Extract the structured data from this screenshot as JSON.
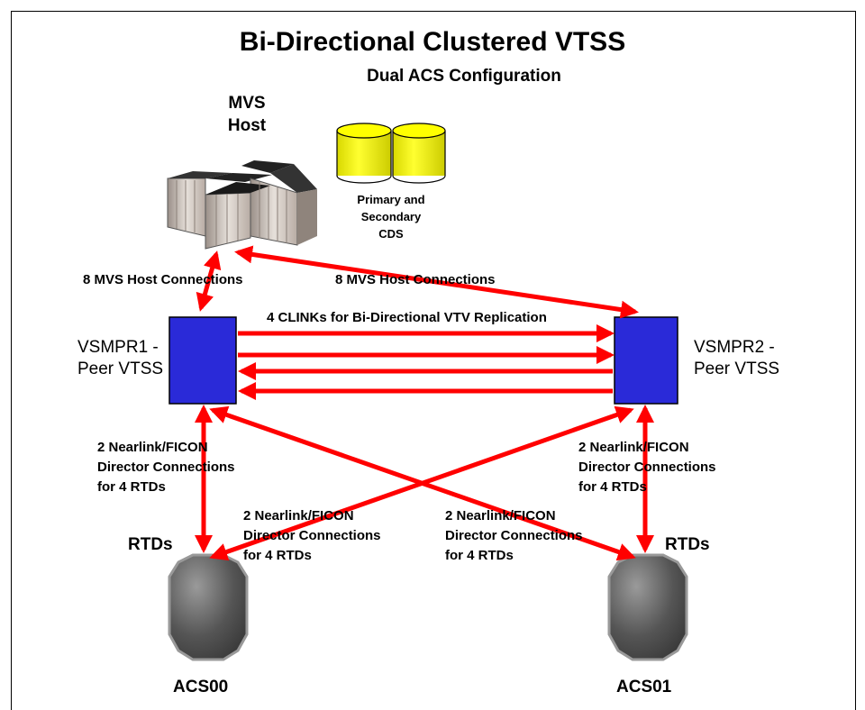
{
  "title": "Bi-Directional Clustered VTSS",
  "subtitle": "Dual ACS Configuration",
  "host": {
    "line1": "MVS",
    "line2": "Host"
  },
  "cds": {
    "line1": "Primary and",
    "line2": "Secondary",
    "line3": "CDS"
  },
  "host_conn_left": "8 MVS Host Connections",
  "host_conn_right": "8 MVS Host Connections",
  "clinks": "4 CLINKs for Bi-Directional VTV Replication",
  "vtss_left": {
    "line1": "VSMPR1 -",
    "line2": "Peer VTSS"
  },
  "vtss_right": {
    "line1": "VSMPR2 -",
    "line2": "Peer VTSS"
  },
  "nearlink": {
    "line1": "2 Nearlink/FICON",
    "line2": "Director Connections",
    "line3": "for 4 RTDs"
  },
  "rtds_left": "RTDs",
  "rtds_right": "RTDs",
  "acs_left": "ACS00",
  "acs_right": "ACS01",
  "colors": {
    "arrow": "#ff0000",
    "vtss": "#2a2ad8",
    "cds": "#ffff00",
    "acs": "#555555"
  }
}
